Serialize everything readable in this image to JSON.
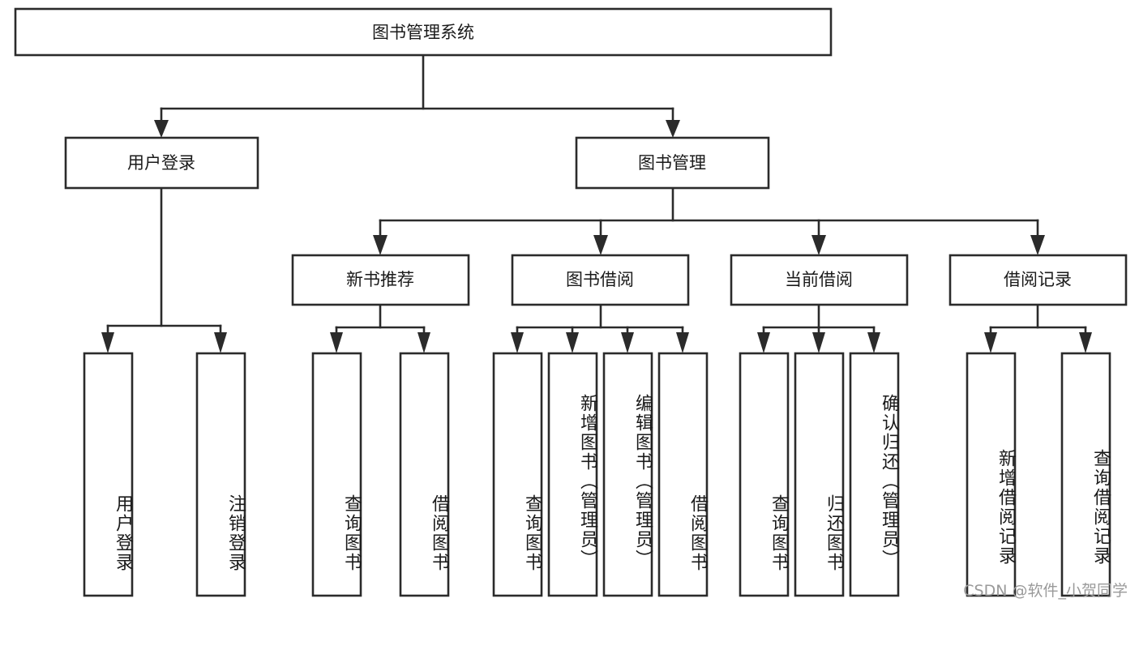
{
  "diagram": {
    "type": "tree",
    "title": "图书管理系统",
    "watermark": "CSDN @软件_小贺同学",
    "colors": {
      "box_stroke": "#2b2b2b",
      "box_fill": "#ffffff",
      "text": "#1a1a1a",
      "watermark": "#9a9a9a",
      "background": "#ffffff"
    },
    "nodes": {
      "root": {
        "label": "图书管理系统"
      },
      "level2": [
        {
          "id": "user-login",
          "label": "用户登录"
        },
        {
          "id": "book-management",
          "label": "图书管理"
        }
      ],
      "level3": [
        {
          "id": "new-book-recommend",
          "label": "新书推荐"
        },
        {
          "id": "book-borrow",
          "label": "图书借阅"
        },
        {
          "id": "current-borrow",
          "label": "当前借阅"
        },
        {
          "id": "borrow-record",
          "label": "借阅记录"
        }
      ],
      "leaves": {
        "user-login": [
          {
            "id": "leaf-user-login",
            "label": "用户登录"
          },
          {
            "id": "leaf-logout-login",
            "label": "注销登录"
          }
        ],
        "new-book-recommend": [
          {
            "id": "leaf-query-book-1",
            "label": "查询图书"
          },
          {
            "id": "leaf-borrow-book-1",
            "label": "借阅图书"
          }
        ],
        "book-borrow": [
          {
            "id": "leaf-query-book-2",
            "label": "查询图书"
          },
          {
            "id": "leaf-add-book",
            "label": "新增图书（管理员）"
          },
          {
            "id": "leaf-edit-book",
            "label": "编辑图书（管理员）"
          },
          {
            "id": "leaf-borrow-book-2",
            "label": "借阅图书"
          }
        ],
        "current-borrow": [
          {
            "id": "leaf-query-book-3",
            "label": "查询图书"
          },
          {
            "id": "leaf-return-book",
            "label": "归还图书"
          },
          {
            "id": "leaf-confirm-return",
            "label": "确认归还（管理员）"
          }
        ],
        "borrow-record": [
          {
            "id": "leaf-add-record",
            "label": "新增借阅记录"
          },
          {
            "id": "leaf-query-record",
            "label": "查询借阅记录"
          }
        ]
      }
    }
  }
}
